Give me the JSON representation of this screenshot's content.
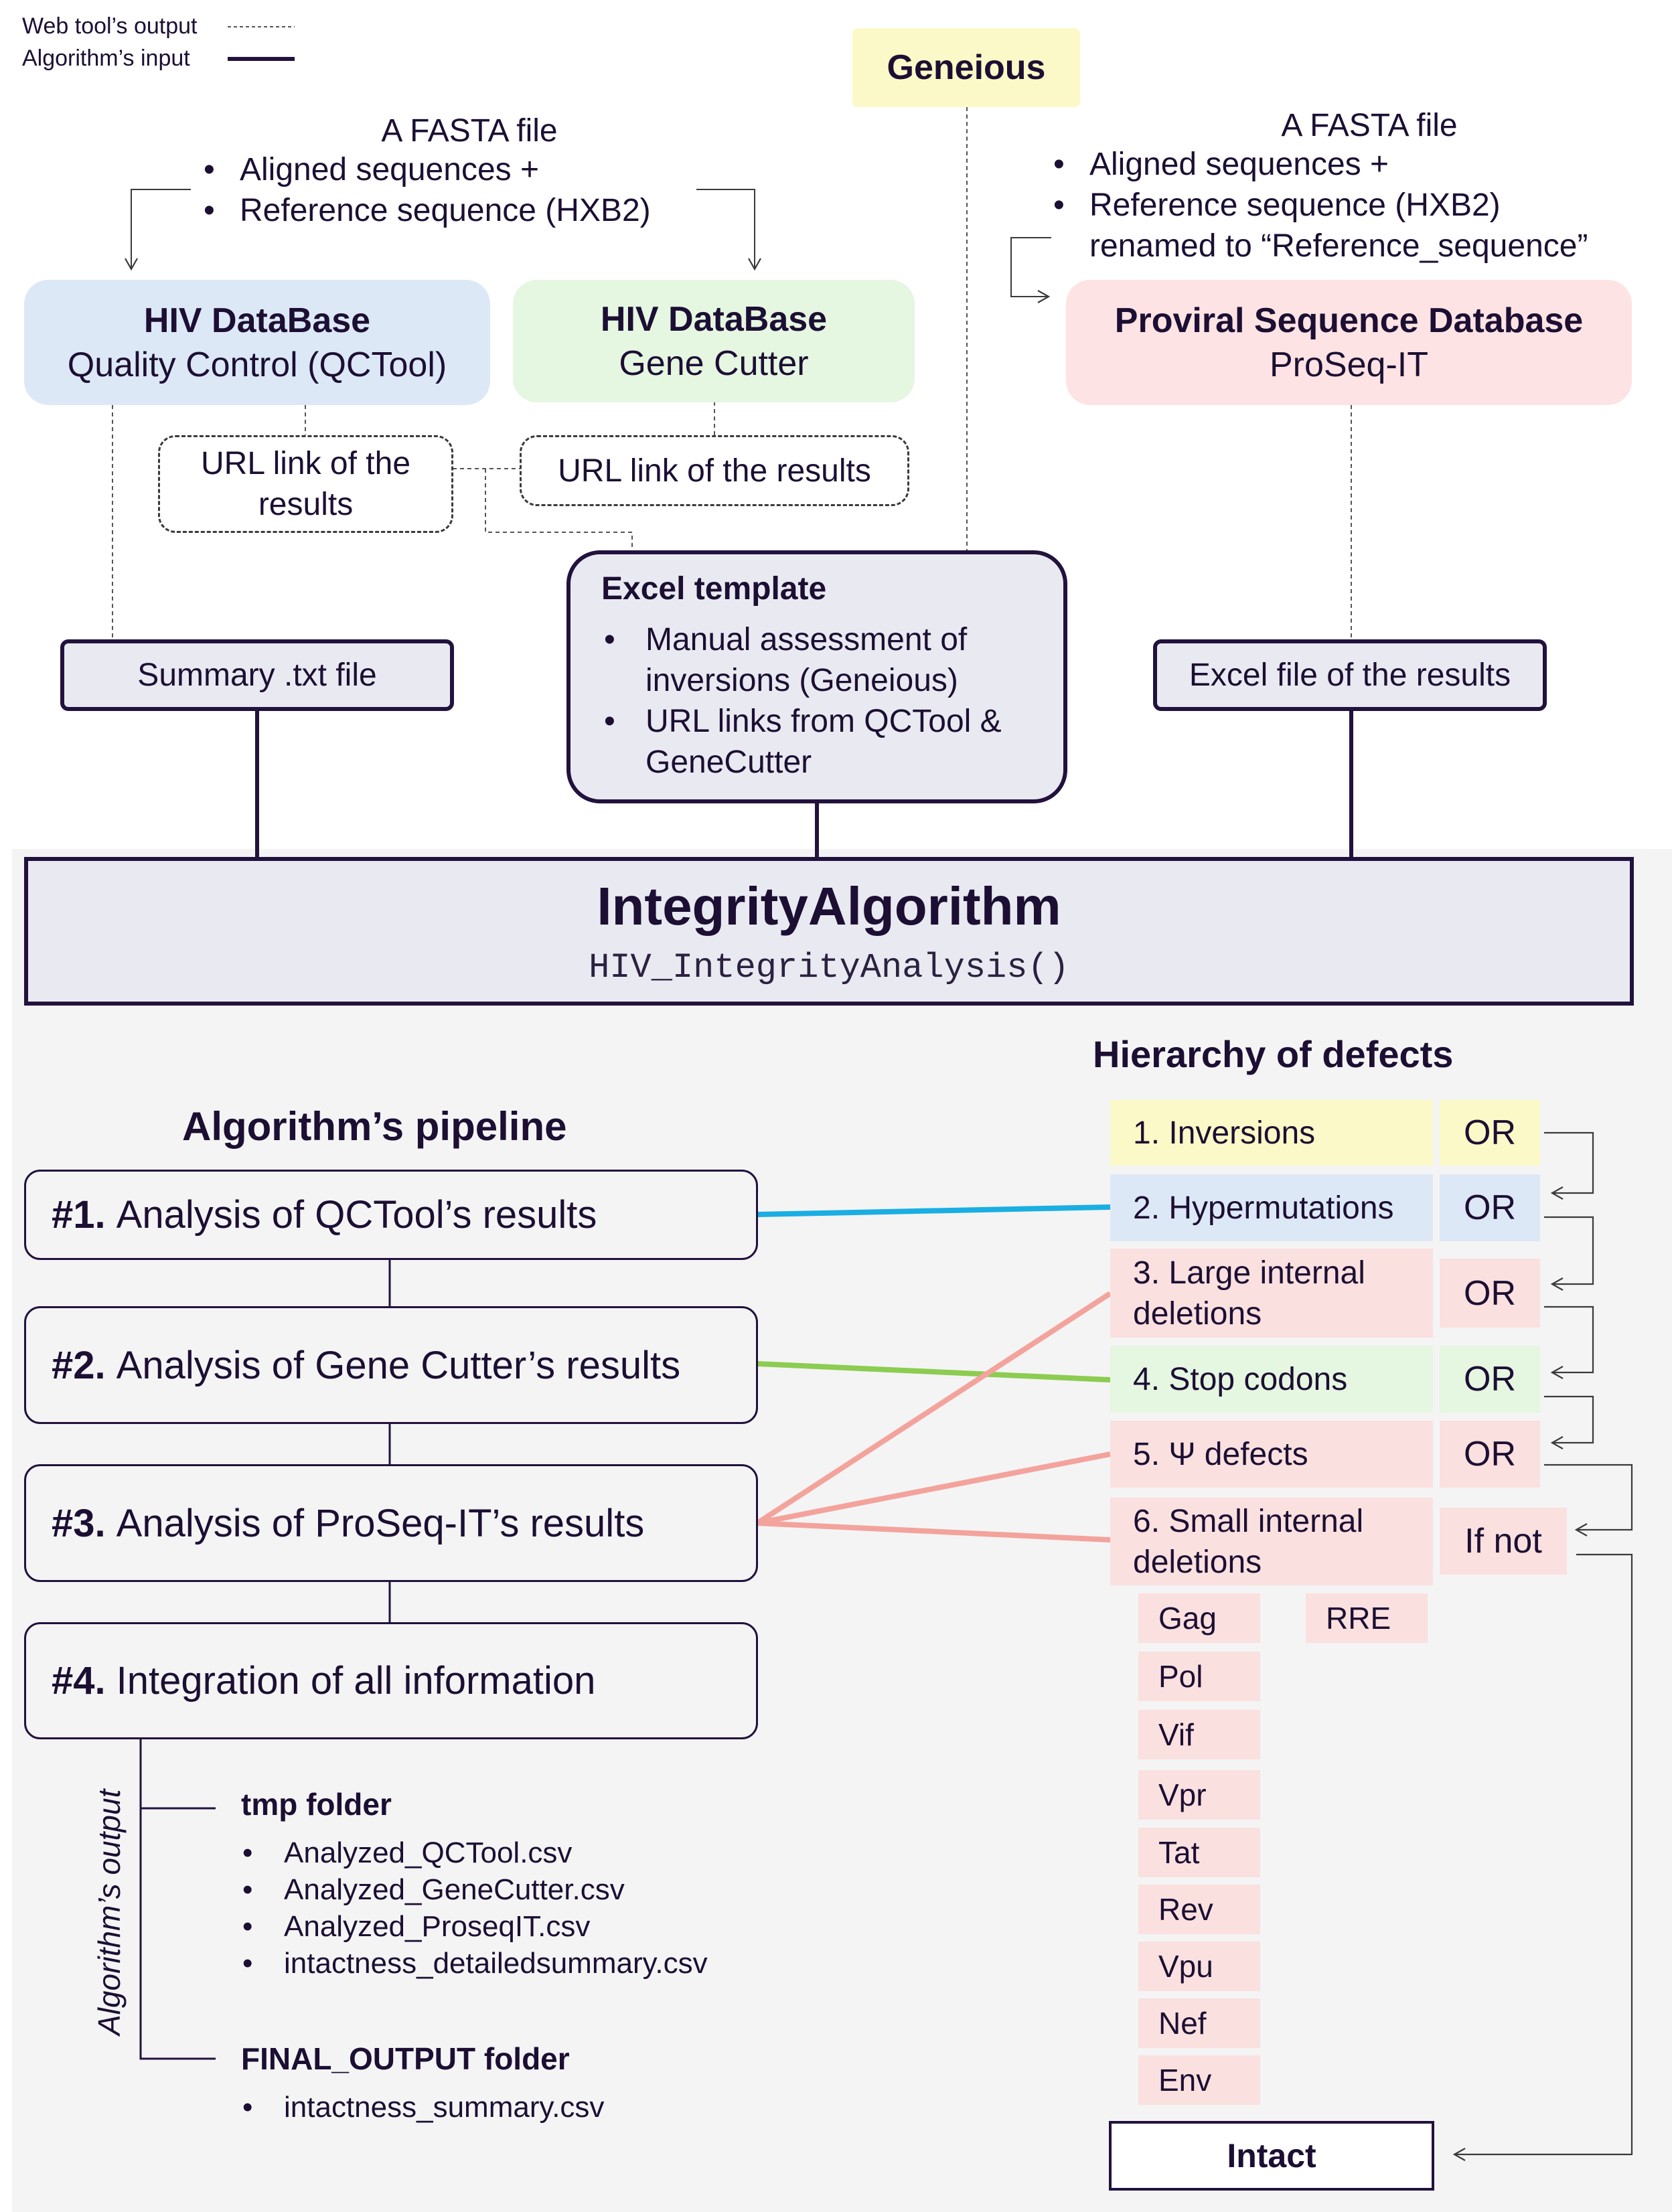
{
  "legend": {
    "web_output": "Web tool’s output",
    "algo_input": "Algorithm’s input"
  },
  "geneious": "Geneious",
  "fasta_left": {
    "title": "A FASTA file",
    "bullets": [
      "Aligned sequences +",
      "Reference sequence (HXB2)"
    ]
  },
  "fasta_right": {
    "title": "A FASTA file",
    "bullets": [
      "Aligned sequences +",
      "Reference sequence (HXB2)"
    ],
    "continuation": "renamed to “Reference_sequence”"
  },
  "tools": {
    "qctool": {
      "line1": "HIV DataBase",
      "line2": "Quality Control (QCTool)",
      "color": "#dde8f7"
    },
    "genecutter": {
      "line1": "HIV DataBase",
      "line2": "Gene Cutter",
      "color": "#e5f6e1"
    },
    "proseq": {
      "line1": "Proviral Sequence Database",
      "line2": "ProSeq-IT",
      "color": "#fde3e3"
    }
  },
  "url_qc": "URL link of the results",
  "url_gc": "URL link of the results",
  "summary_txt": "Summary .txt file",
  "excel_results": "Excel file of the results",
  "excel_template": {
    "title": "Excel template",
    "items": [
      "Manual assessment of inversions (Geneious)",
      "URL links from QCTool & GeneCutter"
    ]
  },
  "algorithm": {
    "name": "IntegrityAlgorithm",
    "function": "HIV_IntegrityAnalysis()"
  },
  "pipeline": {
    "heading": "Algorithm’s pipeline",
    "steps": [
      {
        "num": "#1.",
        "text": "Analysis of QCTool’s results"
      },
      {
        "num": "#2.",
        "text": "Analysis of Gene Cutter’s results"
      },
      {
        "num": "#3.",
        "text": "Analysis of ProSeq-IT’s results"
      },
      {
        "num": "#4.",
        "text": "Integration of all information"
      }
    ]
  },
  "hierarchy": {
    "heading": "Hierarchy of defects",
    "items": [
      {
        "label": "1. Inversions",
        "op": "OR",
        "color": "#fbf9c7"
      },
      {
        "label": "2. Hypermutations",
        "op": "OR",
        "color": "#dde8f7"
      },
      {
        "label": "3. Large internal deletions",
        "op": "OR",
        "color": "#fbe0e0"
      },
      {
        "label": "4. Stop codons",
        "op": "OR",
        "color": "#e5f6e1"
      },
      {
        "label": "5. Ψ defects",
        "op": "OR",
        "color": "#fbe0e0"
      },
      {
        "label": "6. Small internal deletions",
        "op": "If not",
        "color": "#fbe0e0"
      }
    ],
    "genes": [
      "Gag",
      "Pol",
      "Vif",
      "Vpr",
      "Tat",
      "Rev",
      "Vpu",
      "Nef",
      "Env"
    ],
    "rre": "RRE",
    "intact": "Intact"
  },
  "output": {
    "vertical_label": "Algorithm’s output",
    "tmp_title": "tmp folder",
    "tmp_files": [
      "Analyzed_QCTool.csv",
      "Analyzed_GeneCutter.csv",
      "Analyzed_ProseqIT.csv",
      "intactness_detailedsummary.csv"
    ],
    "final_title": "FINAL_OUTPUT folder",
    "final_files": [
      "intactness_summary.csv"
    ]
  },
  "link_colors": {
    "qctool": "#1aaee3",
    "genecutter": "#8ccc50",
    "proseq": "#f3a39c"
  }
}
